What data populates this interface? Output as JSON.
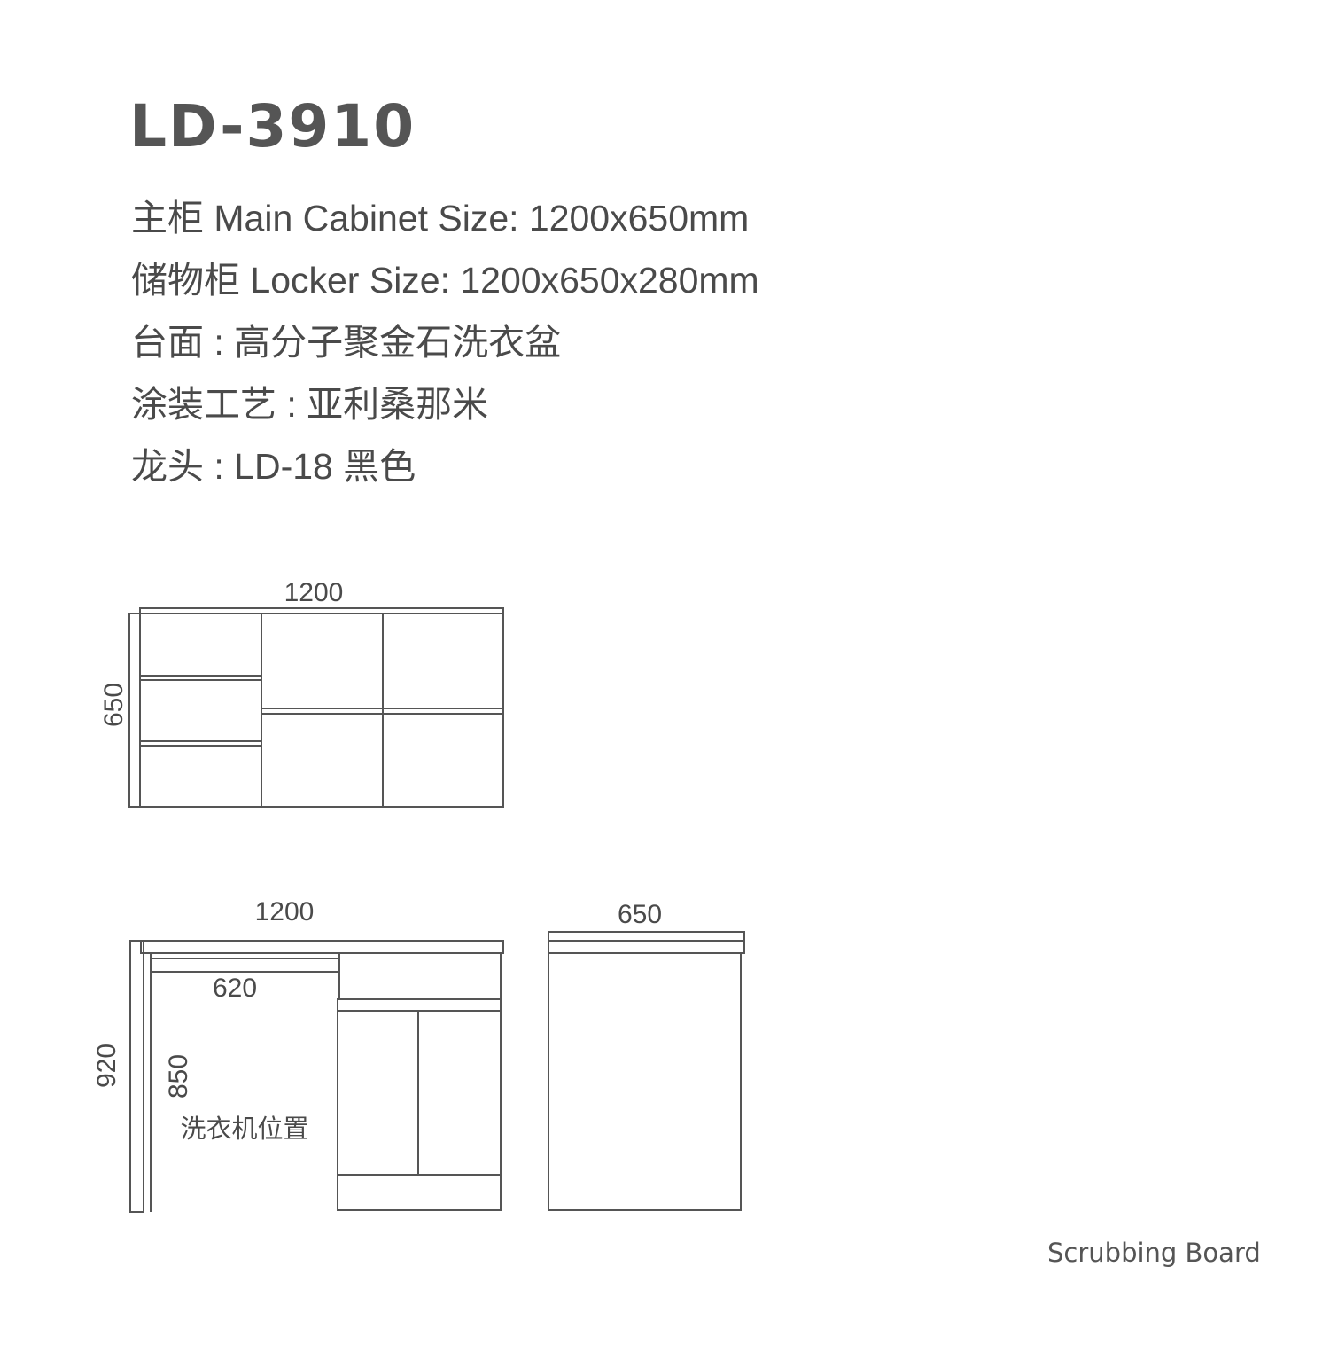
{
  "title": "LD-3910",
  "specs": [
    "主柜 Main Cabinet Size: 1200x650mm",
    "储物柜 Locker Size: 1200x650x280mm",
    "台面 : 高分子聚金石洗衣盆",
    "涂装工艺 : 亚利桑那米",
    "龙头 : LD-18 黑色"
  ],
  "drawings": {
    "top_view": {
      "width_label": "1200",
      "depth_label": "650"
    },
    "front_view": {
      "width_label": "1200",
      "height_label": "920",
      "opening_width_label": "620",
      "opening_height_label": "850",
      "opening_caption": "洗衣机位置"
    },
    "side_view": {
      "depth_label": "650"
    }
  },
  "footer": "Scrubbing Board"
}
